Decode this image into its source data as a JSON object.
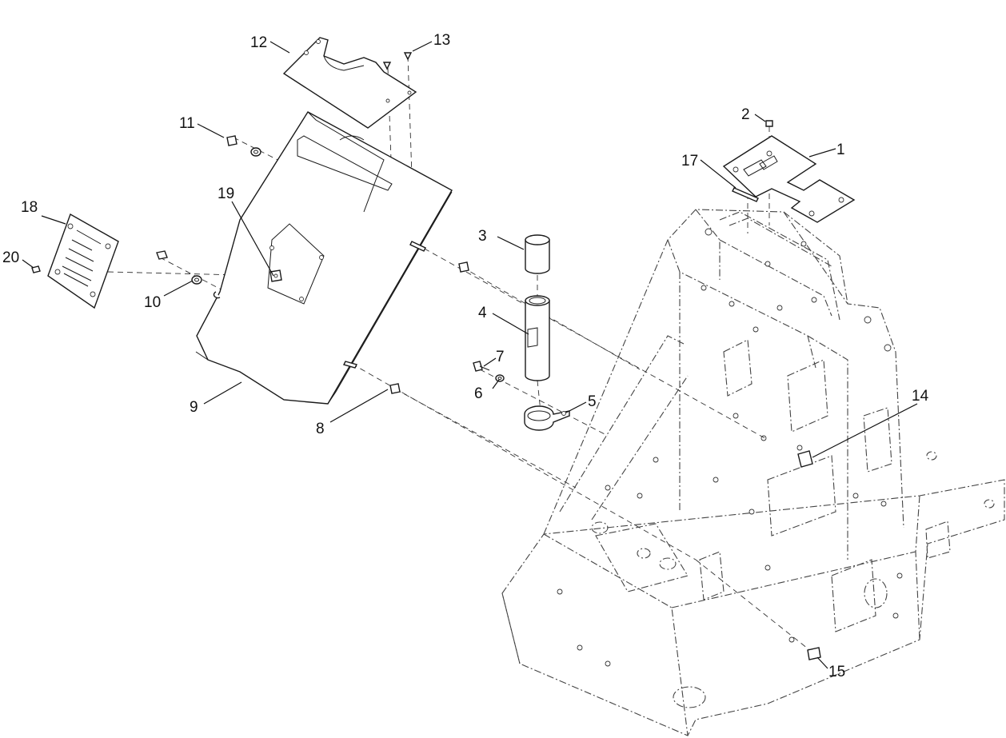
{
  "diagram": {
    "callouts": [
      "1",
      "2",
      "3",
      "4",
      "5",
      "6",
      "7",
      "8",
      "9",
      "10",
      "11",
      "12",
      "13",
      "14",
      "15",
      "17",
      "18",
      "19",
      "20"
    ]
  }
}
